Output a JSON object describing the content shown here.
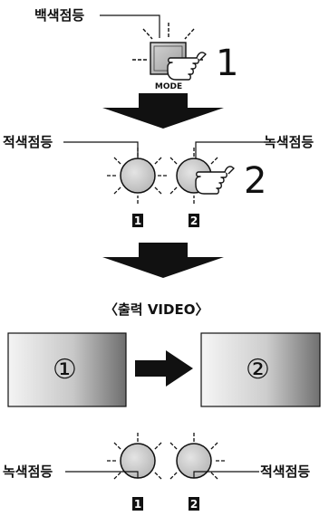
{
  "step1": {
    "label": "백색점등",
    "mode_label": "MODE",
    "step_number": "1"
  },
  "step2": {
    "left_label": "적색점등",
    "right_label": "녹색점등",
    "step_number": "2"
  },
  "output": {
    "title": "〈출력 VIDEO〉",
    "screen1": "①",
    "screen2": "②"
  },
  "step3": {
    "left_label": "녹색점등",
    "right_label": "적색점등"
  },
  "badges": {
    "first": "1",
    "second": "2"
  }
}
